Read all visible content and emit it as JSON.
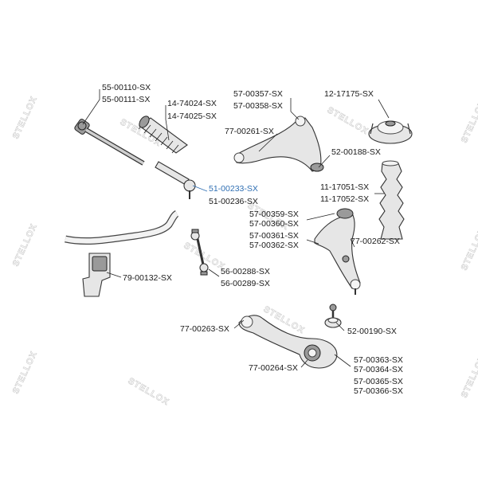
{
  "watermark": "STELLOX",
  "labels": {
    "l_55_00110": "55-00110-SX",
    "l_55_00111": "55-00111-SX",
    "l_14_74024": "14-74024-SX",
    "l_14_74025": "14-74025-SX",
    "l_57_00357": "57-00357-SX",
    "l_57_00358": "57-00358-SX",
    "l_77_00261": "77-00261-SX",
    "l_12_17175": "12-17175-SX",
    "l_52_00188": "52-00188-SX",
    "l_51_00233": "51-00233-SX",
    "l_51_00236": "51-00236-SX",
    "l_11_17051": "11-17051-SX",
    "l_11_17052": "11-17052-SX",
    "l_57_00359": "57-00359-SX",
    "l_57_00360": "57-00360-SX",
    "l_57_00361": "57-00361-SX",
    "l_57_00362": "57-00362-SX",
    "l_77_00262": "77-00262-SX",
    "l_79_00132": "79-00132-SX",
    "l_56_00288": "56-00288-SX",
    "l_56_00289": "56-00289-SX",
    "l_77_00263": "77-00263-SX",
    "l_52_00190": "52-00190-SX",
    "l_77_00264": "77-00264-SX",
    "l_57_00363": "57-00363-SX",
    "l_57_00364": "57-00364-SX",
    "l_57_00365": "57-00365-SX",
    "l_57_00366": "57-00366-SX"
  },
  "colors": {
    "highlight": "#2f6fb3",
    "text": "#1a1a1a"
  }
}
